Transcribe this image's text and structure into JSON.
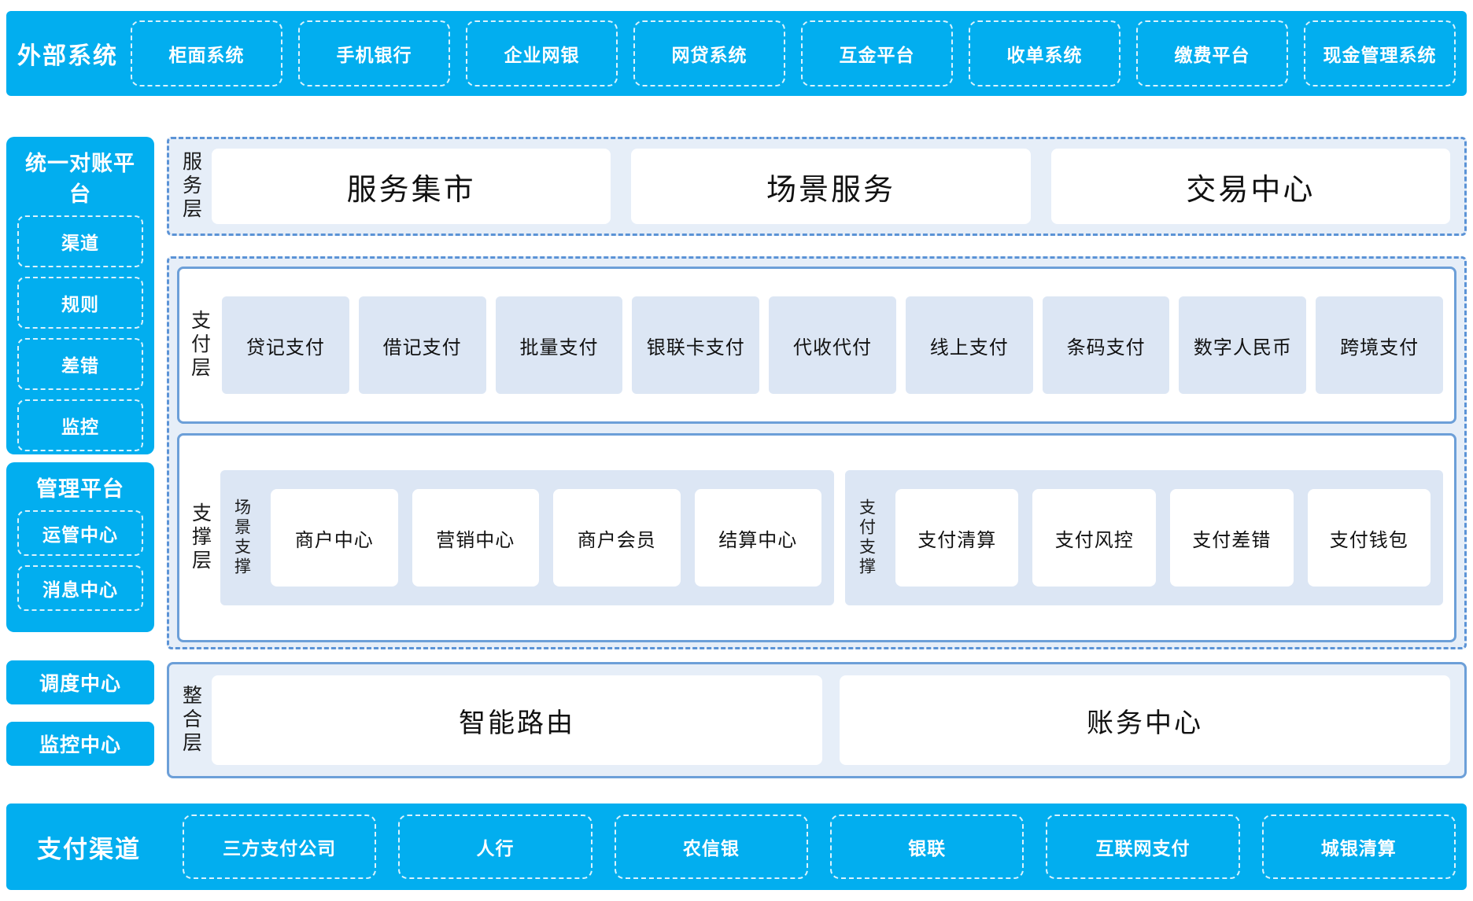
{
  "external_systems": {
    "title": "外部系统",
    "items": [
      "柜面系统",
      "手机银行",
      "企业网银",
      "网贷系统",
      "互金平台",
      "收单系统",
      "缴费平台",
      "现金管理系统"
    ]
  },
  "recon_platform": {
    "title": "统一对账平台",
    "items": [
      "渠道",
      "规则",
      "差错",
      "监控"
    ]
  },
  "manage_platform": {
    "title": "管理平台",
    "items": [
      "运管中心",
      "消息中心"
    ]
  },
  "standalone": {
    "dispatch_center": "调度中心",
    "monitor_center": "监控中心"
  },
  "service_layer": {
    "label": "服务层",
    "cards": [
      "服务集市",
      "场景服务",
      "交易中心"
    ]
  },
  "pay_layer": {
    "label": "支付层",
    "tiles": [
      "贷记支付",
      "借记支付",
      "批量支付",
      "银联卡支付",
      "代收代付",
      "线上支付",
      "条码支付",
      "数字人民币",
      "跨境支付"
    ]
  },
  "support_layer": {
    "label": "支撑层",
    "groups": [
      {
        "label": "场景支撑",
        "cards": [
          "商户中心",
          "营销中心",
          "商户会员",
          "结算中心"
        ]
      },
      {
        "label": "支付支撑",
        "cards": [
          "支付清算",
          "支付风控",
          "支付差错",
          "支付钱包"
        ]
      }
    ]
  },
  "integration_layer": {
    "label": "整合层",
    "cards": [
      "智能路由",
      "账务中心"
    ]
  },
  "payment_channels": {
    "title": "支付渠道",
    "items": [
      "三方支付公司",
      "人行",
      "农信银",
      "银联",
      "互联网支付",
      "城银清算"
    ]
  },
  "colors": {
    "brand_blue": "#02AEEF",
    "panel_bg": "#E6EEF8",
    "tile_bg": "#DCE6F4",
    "border_blue": "#6C9FD8",
    "dash_blue": "#5B93D6",
    "card_white": "#FFFFFF",
    "text_dark": "#111111",
    "text_white": "#FFFFFF"
  }
}
